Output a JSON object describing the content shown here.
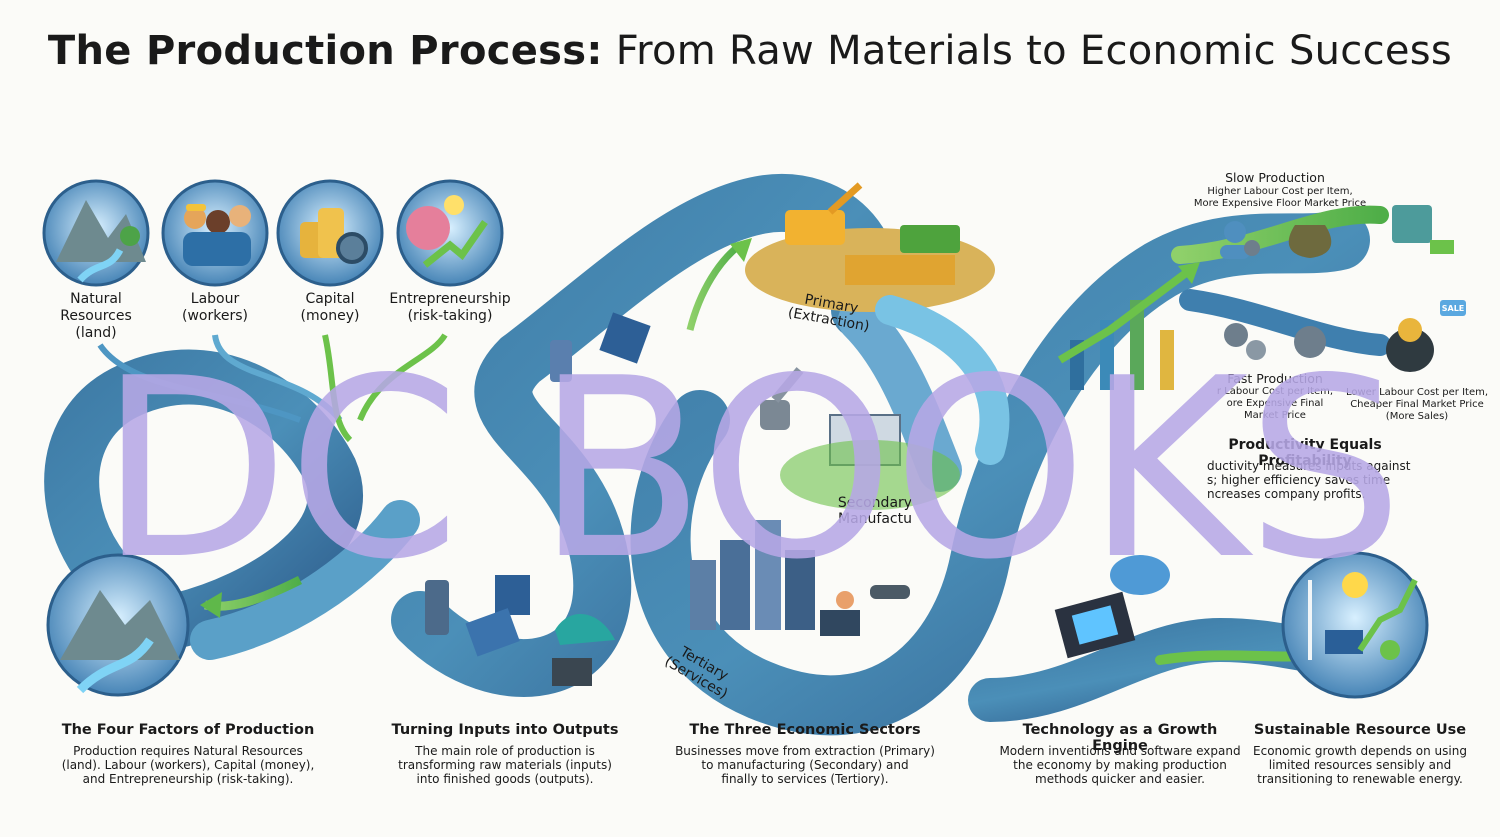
{
  "title": {
    "bold": "The Production Process:",
    "rest": " From Raw Materials to Economic Success"
  },
  "factors": [
    {
      "label": "Natural\nResources\n(land)",
      "icon": "mountain-river-icon"
    },
    {
      "label": "Labour\n(workers)",
      "icon": "workers-icon"
    },
    {
      "label": "Capital\n(money)",
      "icon": "coins-gear-icon"
    },
    {
      "label": "Entrepreneurship\n(risk-taking)",
      "icon": "idea-growth-icon"
    }
  ],
  "sectors": {
    "primary": "Primary\n(Extraction)",
    "secondary": "Secondary\nManufactu",
    "tertiary": "Tertiary\n(Services)"
  },
  "slow": {
    "heading": "Slow Production",
    "text": "Higher Labour Cost per Item,\nMore Expensive Floor Market Price"
  },
  "fast": {
    "heading": "Fast Production",
    "text": "r Labour Cost per Item,\nore Expensive Final\nMarket Price"
  },
  "lower": {
    "text": "Lower Labour Cost per Item,\nCheaper Final Market Price\n(More Sales)"
  },
  "sale_tag": "SALE",
  "productivity": {
    "heading": "Productivity Equals Profitability",
    "text": "ductivity measures inputs against\ns; higher efficiency saves time\nncreases company profits."
  },
  "bottom": [
    {
      "heading": "The Four Factors of Production",
      "text": "Production requires Natural Resources\n(land). Labour (workers), Capital (money),\nand Entrepreneurship (risk-taking)."
    },
    {
      "heading": "Turning Inputs into Outputs",
      "text": "The main role of production is\ntransforming raw materials (inputs)\ninto finished goods (outputs)."
    },
    {
      "heading": "The Three Economic Sectors",
      "text": "Businesses move from extraction (Primary)\nto manufacturing (Secondary) and\nfinally to services (Tertiory)."
    },
    {
      "heading": "Technology as a Growth Engine",
      "text": "Modern inventions and software expand\nthe economy by making production\nmethods quicker and easier."
    },
    {
      "heading": "Sustainable Resource Use",
      "text": "Economic growth depends on using\nlimited resources sensibly and\ntransitioning to renewable energy."
    }
  ],
  "watermark": "DC BOOKS",
  "colors": {
    "path_blue": "#3f79a8",
    "path_green": "#6cc24a",
    "title": "#1a1a1a",
    "watermark": "#b7a8e6"
  }
}
